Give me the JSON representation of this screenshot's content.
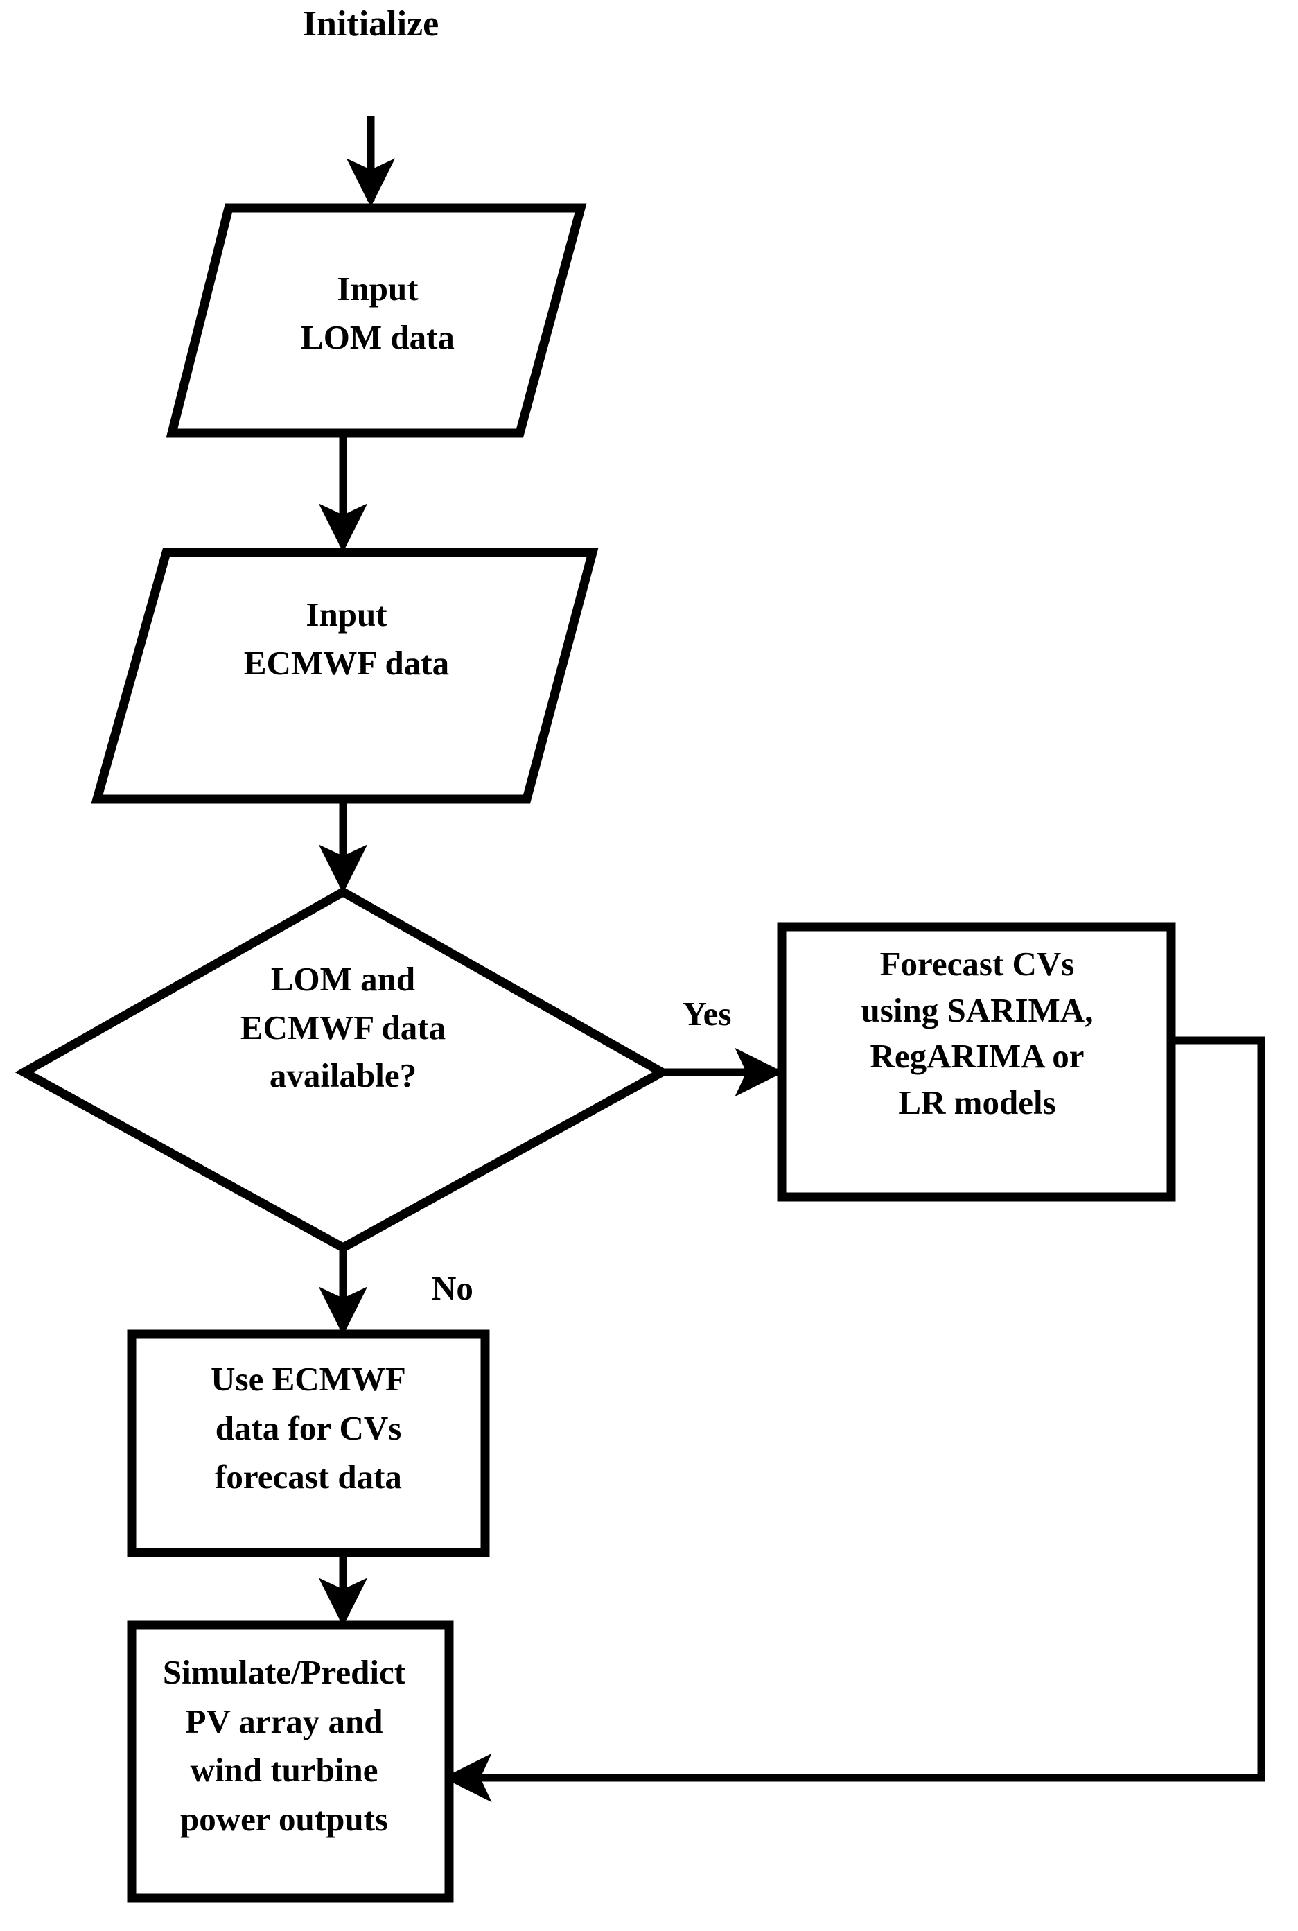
{
  "diagram": {
    "type": "flowchart",
    "title": "Initialize",
    "orientation": "top-to-bottom with right feedback loop",
    "nodes": [
      {
        "id": "start",
        "shape": "text-label",
        "label": "Initialize"
      },
      {
        "id": "input_lom",
        "shape": "parallelogram",
        "label": "Input\nLOM data"
      },
      {
        "id": "input_ecmwf",
        "shape": "parallelogram",
        "label": "Input\nECMWF data"
      },
      {
        "id": "decision",
        "shape": "diamond",
        "label": "LOM and\nECMWF data\navailable?"
      },
      {
        "id": "forecast",
        "shape": "rectangle",
        "label": "Forecast CVs\nusing SARIMA,\nRegARIMA or\nLR models"
      },
      {
        "id": "use_ecmwf",
        "shape": "rectangle",
        "label": "Use ECMWF\ndata for CVs\nforecast data"
      },
      {
        "id": "simulate",
        "shape": "rectangle",
        "label": "Simulate/Predict\nPV array and\nwind turbine\npower outputs"
      }
    ],
    "edges": [
      {
        "id": "e-start-lom",
        "from": "start",
        "to": "input_lom",
        "label": ""
      },
      {
        "id": "e-lom-ecmwf",
        "from": "input_lom",
        "to": "input_ecmwf",
        "label": ""
      },
      {
        "id": "e-ecmwf-decision",
        "from": "input_ecmwf",
        "to": "decision",
        "label": ""
      },
      {
        "id": "e-decision-yes",
        "from": "decision",
        "to": "forecast",
        "label": "Yes"
      },
      {
        "id": "e-decision-no",
        "from": "decision",
        "to": "use_ecmwf",
        "label": "No"
      },
      {
        "id": "e-useecmwf-sim",
        "from": "use_ecmwf",
        "to": "simulate",
        "label": ""
      },
      {
        "id": "e-forecast-sim",
        "from": "forecast",
        "to": "simulate",
        "label": ""
      }
    ],
    "labels": {
      "yes": "Yes",
      "no": "No"
    },
    "colors": {
      "stroke": "#000000",
      "fill": "#ffffff",
      "text": "#000000",
      "background": "#ffffff"
    }
  }
}
